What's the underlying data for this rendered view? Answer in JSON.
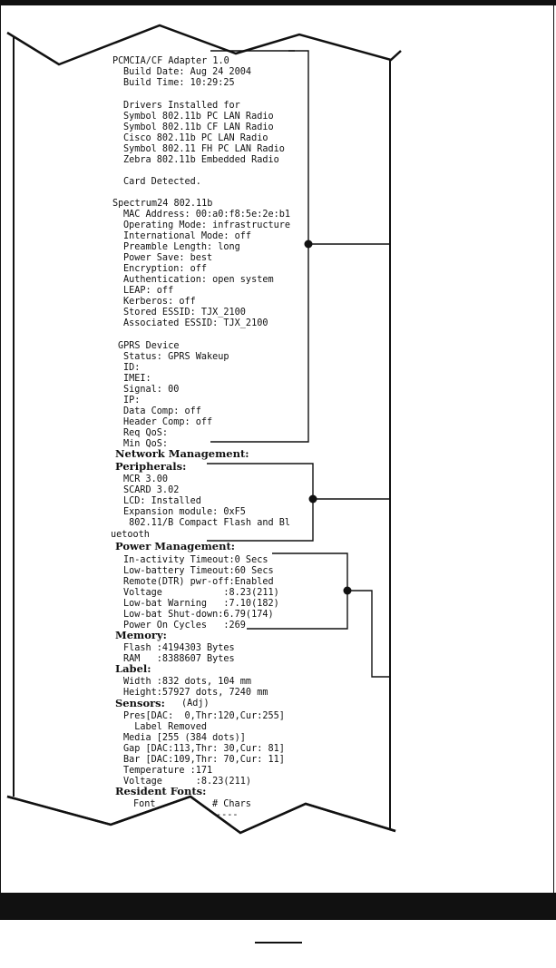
{
  "receipt": {
    "adapter": {
      "title": "PCMCIA/CF Adapter 1.0",
      "build_date": "Build Date: Aug 24 2004",
      "build_time": "Build Time: 10:29:25",
      "drivers_title": "Drivers Installed for",
      "drivers": [
        "Symbol 802.11b PC LAN Radio",
        "Symbol 802.11b CF LAN Radio",
        "Cisco 802.11b PC LAN Radio",
        "Symbol 802.11 FH PC LAN Radio",
        "Zebra 802.11b Embedded Radio"
      ],
      "card_status": "Card Detected."
    },
    "spectrum": {
      "title": "Spectrum24 802.11b",
      "lines": [
        "MAC Address: 00:a0:f8:5e:2e:b1",
        "Operating Mode: infrastructure",
        "International Mode: off",
        "Preamble Length: long",
        "Power Save: best",
        "Encryption: off",
        "Authentication: open system",
        "LEAP: off",
        "Kerberos: off",
        "Stored ESSID: TJX_2100",
        "Associated ESSID: TJX_2100"
      ]
    },
    "gprs": {
      "title": "GPRS Device",
      "lines": [
        "Status: GPRS Wakeup",
        "ID:",
        "IMEI:",
        "Signal: 00",
        "IP:",
        "Data Comp: off",
        "Header Comp: off",
        "Req QoS:",
        "Min QoS:"
      ]
    },
    "network_heading": "Network Management:",
    "peripherals": {
      "heading": "Peripherals:",
      "lines": [
        "MCR 3.00",
        "SCARD 3.02",
        "LCD: Installed",
        "Expansion module: 0xF5",
        " 802.11/B Compact Flash and Bl"
      ],
      "wrap": "uetooth"
    },
    "power": {
      "heading": "Power Management:",
      "lines": [
        "In-activity Timeout:0 Secs",
        "Low-battery Timeout:60 Secs",
        "Remote(DTR) pwr-off:Enabled",
        "Voltage           :8.23(211)",
        "Low-bat Warning   :7.10(182)",
        "Low-bat Shut-down:6.79(174)",
        "Power On Cycles   :269"
      ]
    },
    "memory": {
      "heading": "Memory:",
      "lines": [
        "Flash :4194303 Bytes",
        "RAM   :8388607 Bytes"
      ]
    },
    "label": {
      "heading": "Label:",
      "lines": [
        "Width :832 dots, 104 mm",
        "Height:57927 dots, 7240 mm"
      ]
    },
    "sensors": {
      "heading": "Sensors:",
      "heading_suffix": "(Adj)",
      "lines": [
        "Pres[DAC:  0,Thr:120,Cur:255]",
        "  Label Removed",
        "Media [255 (384 dots)]",
        "Gap [DAC:113,Thr: 30,Cur: 81]",
        "Bar [DAC:109,Thr: 70,Cur: 11]",
        "Temperature :171",
        "Voltage      :8.23(211)"
      ]
    },
    "fonts": {
      "heading": "Resident Fonts:",
      "partial_left": "Font",
      "partial_right": "# Chars",
      "partial_rule": "----"
    }
  }
}
